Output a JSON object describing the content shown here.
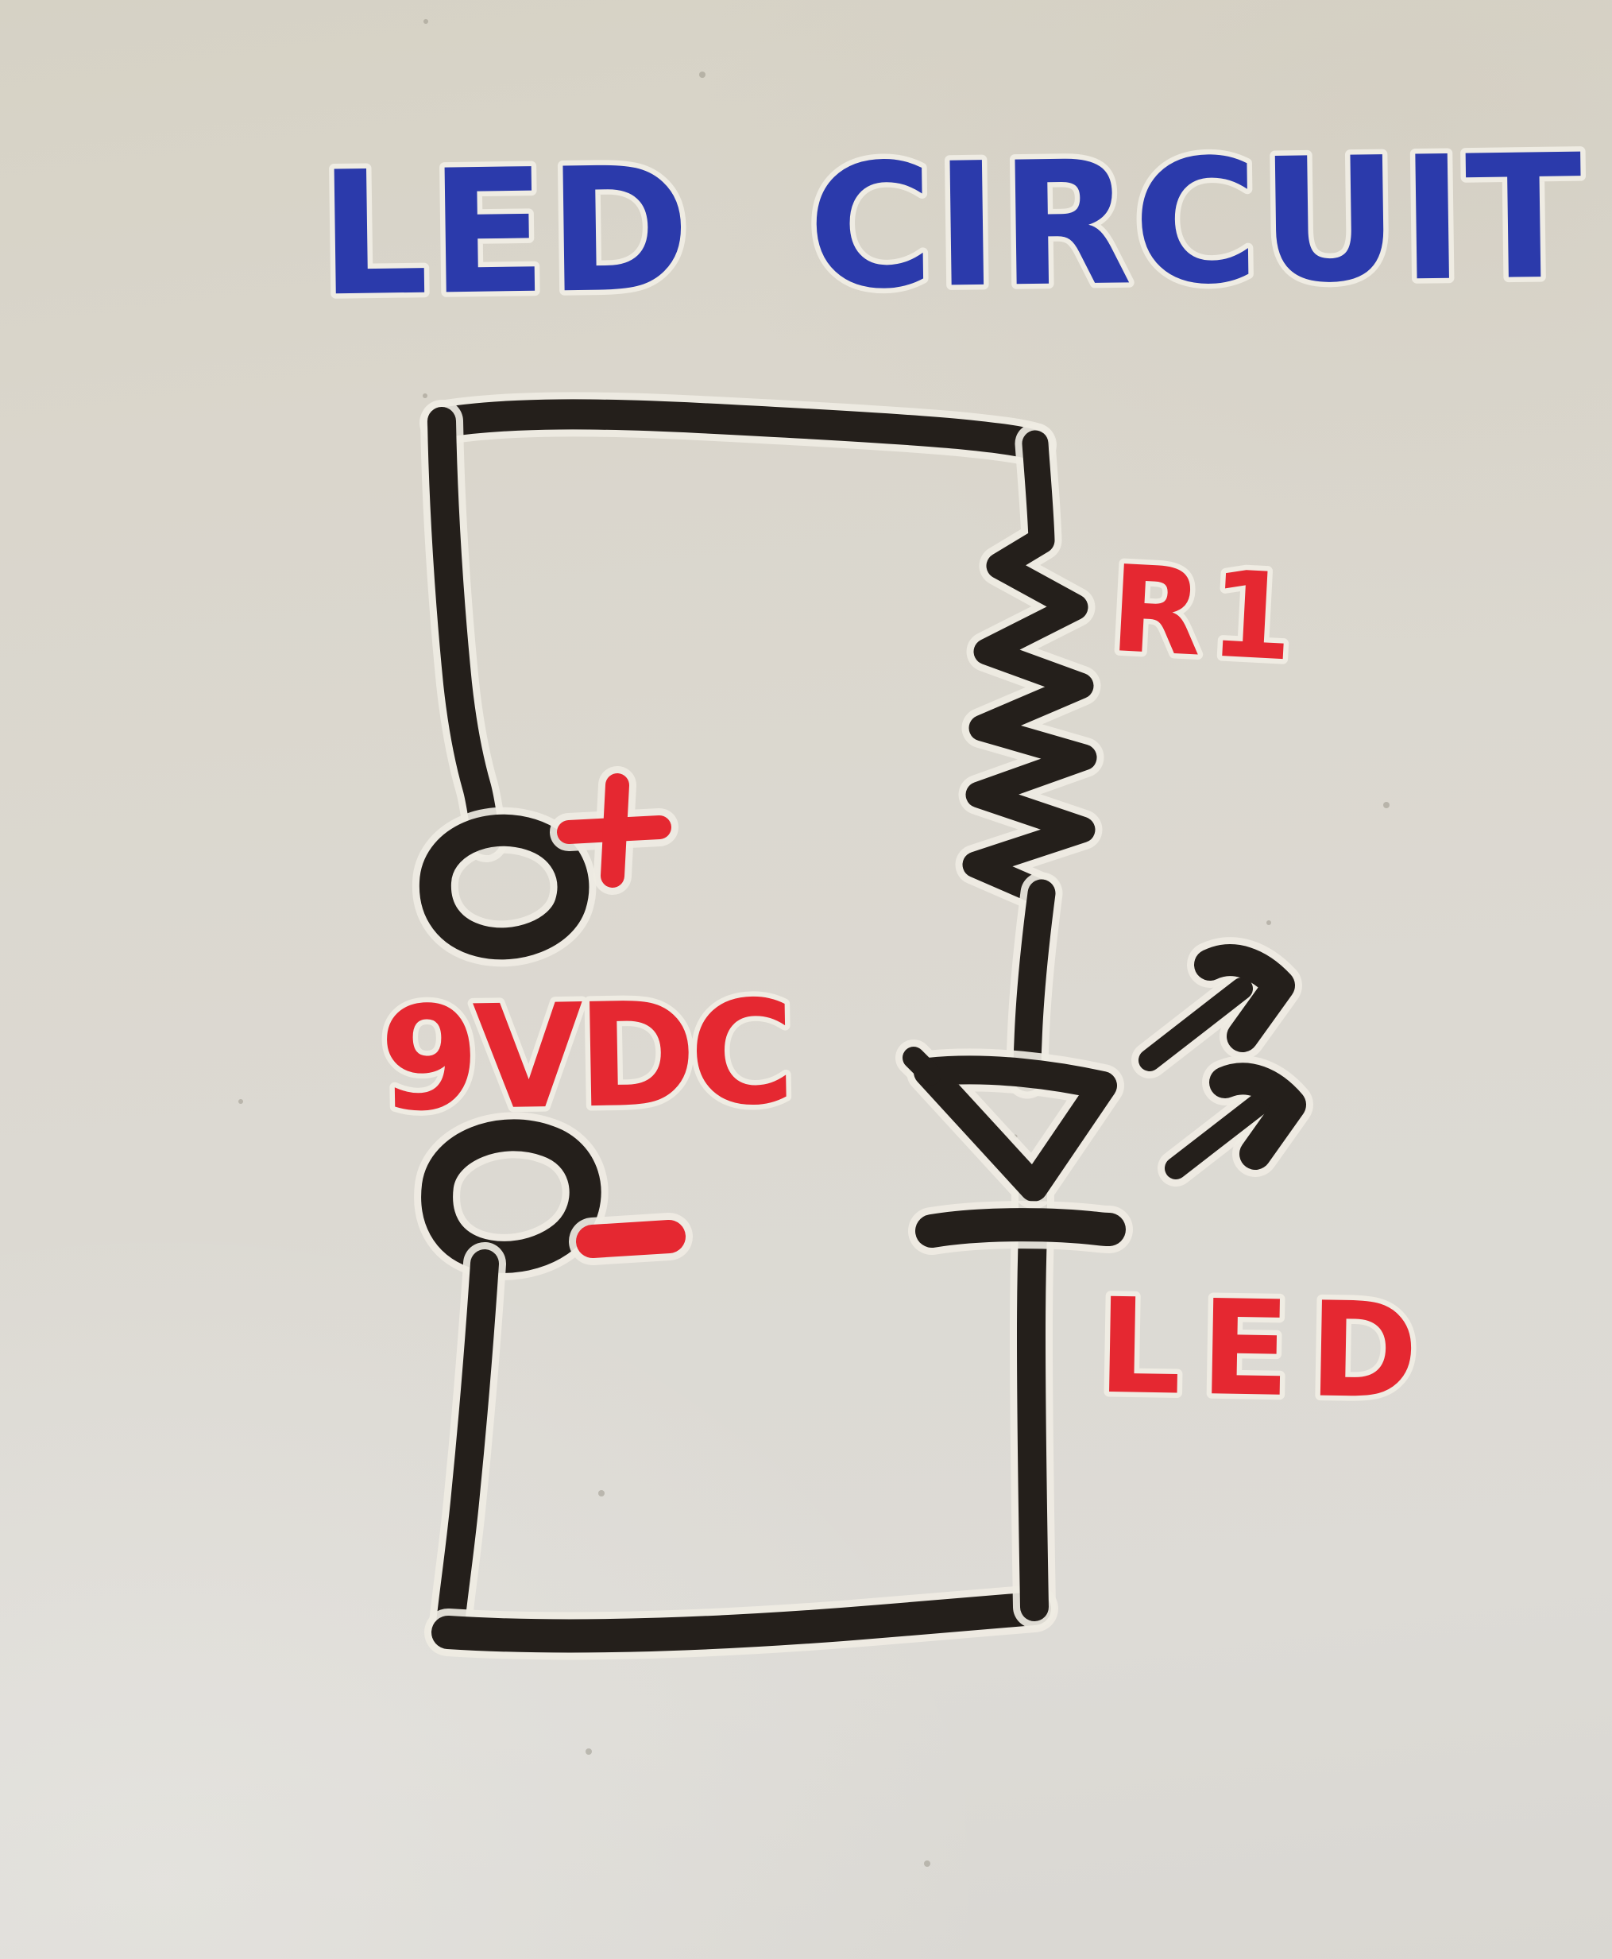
{
  "photo": {
    "kind": "whiteboard marker drawing",
    "title": {
      "text": "LED CIRCUIT",
      "color": "#2b3aab"
    },
    "schematic": {
      "battery": {
        "voltage_label": "9VDC",
        "positive_sign": "+",
        "negative_sign": "-",
        "label_color": "#e52831"
      },
      "resistor": {
        "designator": "R1",
        "label_color": "#e52831"
      },
      "led": {
        "label": "LED",
        "label_color": "#e52831",
        "emission_arrow_count": "2"
      },
      "connections": [
        "battery positive terminal to R1 via top wire",
        "R1 to LED anode",
        "LED cathode to battery negative terminal via bottom wire"
      ]
    },
    "ink_colors": {
      "wire": "#241f1b",
      "red": "#e52831",
      "blue": "#2b3aab"
    },
    "board_color": "#dcd9d2"
  }
}
